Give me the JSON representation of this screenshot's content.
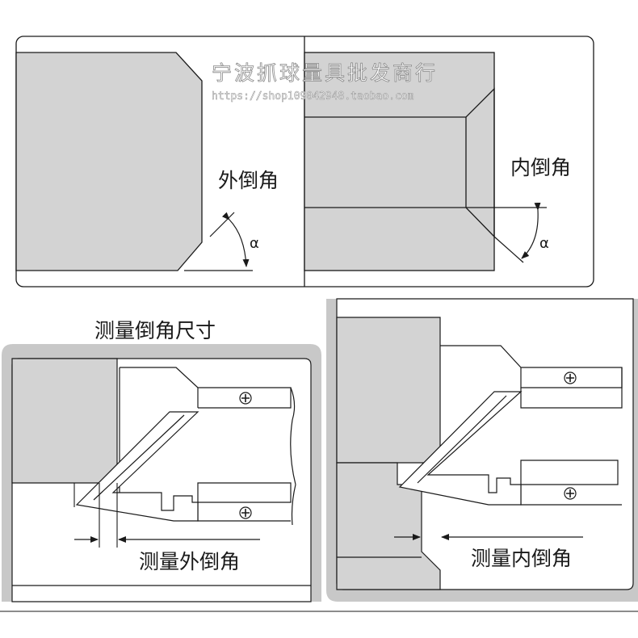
{
  "labels": {
    "outer_chamfer": "外倒角",
    "inner_chamfer": "内倒角",
    "angle_left": "α",
    "angle_right": "α",
    "measure_title": "测量倒角尺寸",
    "measure_outer": "测量外倒角",
    "measure_inner": "测量内倒角"
  },
  "watermark": {
    "shop_name": "宁波抓球量具批发商行",
    "shop_url": "https://shop109042948.taobao.com"
  },
  "colors": {
    "part_fill": "#d3d3d3",
    "outline": "#1a1a1a",
    "frame_bg": "#c8c8c8"
  }
}
